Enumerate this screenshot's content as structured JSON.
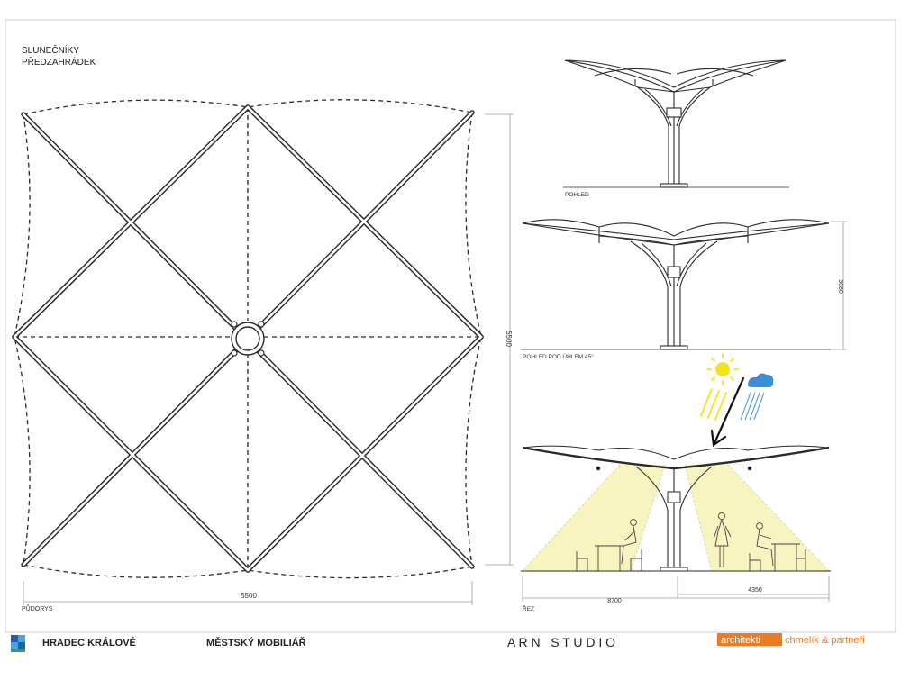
{
  "title": {
    "line1": "SLUNEČNÍKY",
    "line2": "PŘEDZAHRÁDEK"
  },
  "plan": {
    "label": "PŮDORYS",
    "dim_width": "5500",
    "dim_height": "5500"
  },
  "elevation": {
    "label": "POHLED"
  },
  "elevation_45": {
    "label": "POHLED POD ÚHLEM 45°",
    "dim_height": "3680"
  },
  "section": {
    "label": "ŘEZ",
    "dim_total": "8700",
    "dim_half": "4350"
  },
  "footer": {
    "city": "HRADEC KRÁLOVÉ",
    "project": "MĚSTSKÝ MOBILIÁŘ",
    "studio": "A R N   S T U D I O",
    "firm_a": "architekti",
    "firm_b": "chmelík & partneři"
  },
  "colors": {
    "line": "#2a2a2a",
    "sun": "#f5e21a",
    "rain": "#3b8fd8",
    "light_cone": "#f7f2b5",
    "firm_bg": "#ee7a22"
  }
}
